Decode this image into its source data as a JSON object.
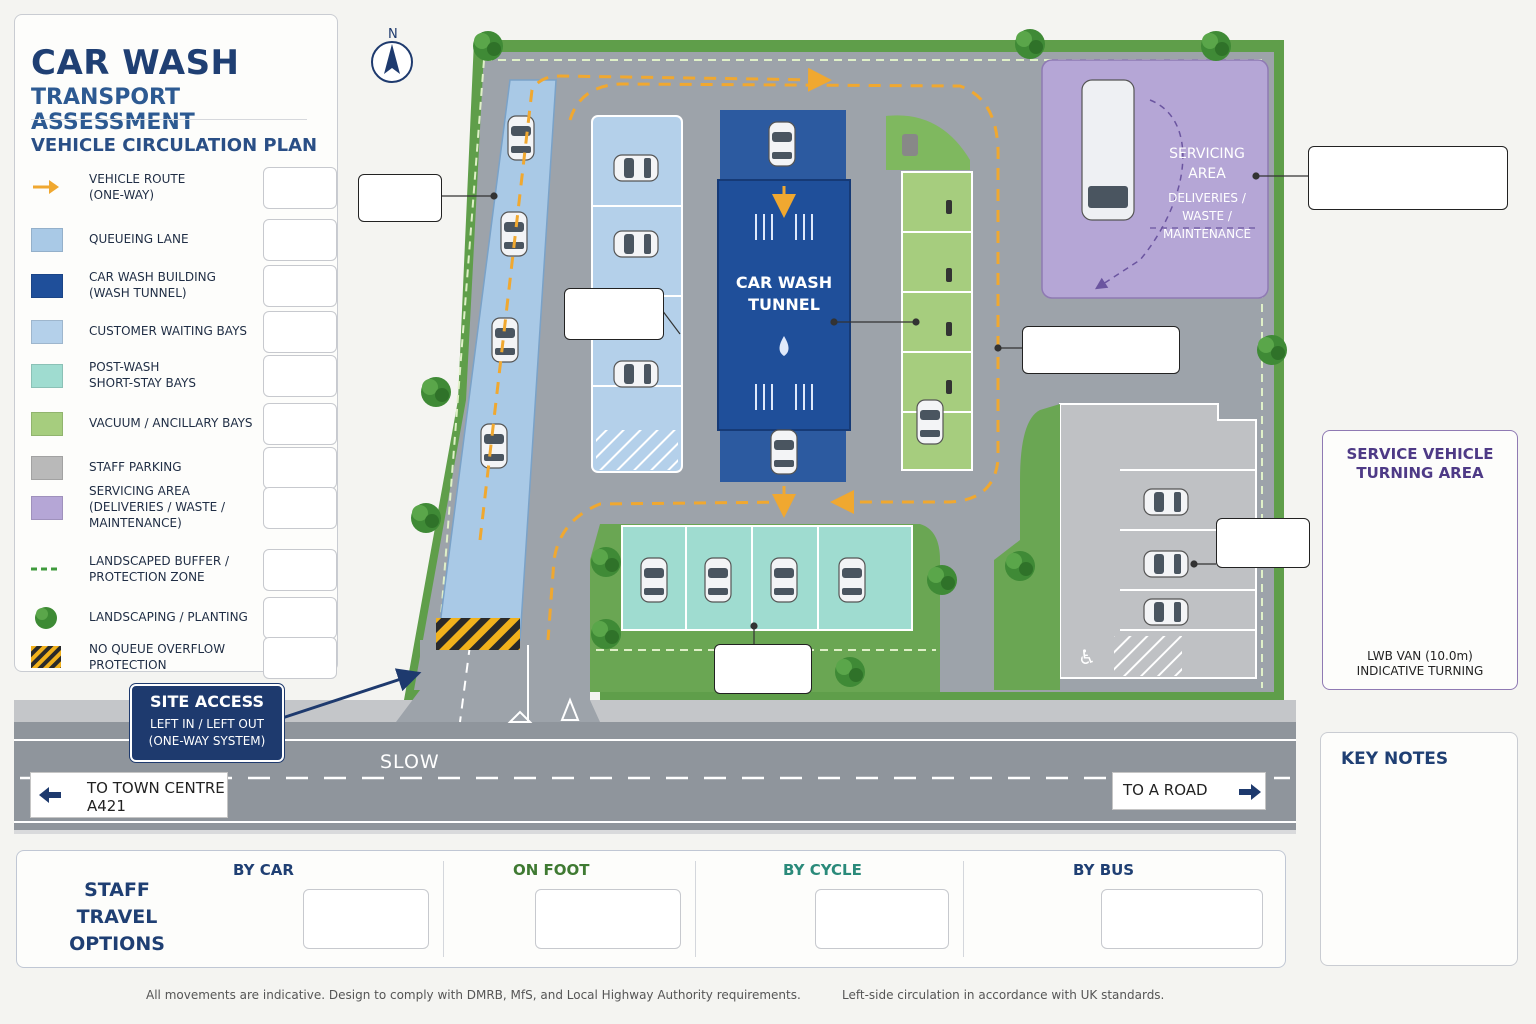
{
  "title": {
    "main": "CAR WASH",
    "sub": "TRANSPORT ASSESSMENT",
    "plan": "VEHICLE CIRCULATION PLAN"
  },
  "legend": [
    {
      "label": "VEHICLE ROUTE\n(ONE-WAY)",
      "symbol": "arrow",
      "color": "#f0a830"
    },
    {
      "label": "QUEUEING LANE",
      "symbol": "swatch",
      "color": "#a9c9e6"
    },
    {
      "label": "CAR WASH BUILDING\n(WASH TUNNEL)",
      "symbol": "swatch",
      "color": "#1f4f9a"
    },
    {
      "label": "CUSTOMER WAITING BAYS",
      "symbol": "swatch",
      "color": "#b4d0ea"
    },
    {
      "label": "POST-WASH\nSHORT-STAY BAYS",
      "symbol": "swatch",
      "color": "#9fdcd0"
    },
    {
      "label": "VACUUM / ANCILLARY BAYS",
      "symbol": "swatch",
      "color": "#a6cd7e"
    },
    {
      "label": "STAFF PARKING",
      "symbol": "swatch",
      "color": "#b9b9b9"
    },
    {
      "label": "SERVICING AREA\n(DELIVERIES / WASTE /\nMAINTENANCE)",
      "symbol": "swatch",
      "color": "#b5a6d6"
    },
    {
      "label": "LANDSCAPED BUFFER /\nPROTECTION ZONE",
      "symbol": "dashed-green",
      "color": "#3f9a3c"
    },
    {
      "label": "LANDSCAPING / PLANTING",
      "symbol": "tree",
      "color": "#3d8a34"
    },
    {
      "label": "NO QUEUE OVERFLOW\nPROTECTION",
      "symbol": "hatch",
      "color": "#f2b21c"
    }
  ],
  "map": {
    "compass": "N",
    "tunnel_label": "CAR WASH\nTUNNEL",
    "servicing_label": "SERVICING\nAREA",
    "servicing_sub": "DELIVERIES /\nWASTE /\nMAINTENANCE",
    "road_marking": "SLOW",
    "site_access_title": "SITE ACCESS",
    "site_access_sub": "LEFT IN / LEFT OUT\n(ONE-WAY SYSTEM)",
    "sign_left": "TO TOWN CENTRE\nA421",
    "sign_right": "TO A ROAD"
  },
  "service_panel": {
    "title": "SERVICE VEHICLE\nTURNING AREA",
    "caption": "LWB VAN (10.0m)\nINDICATIVE TURNING"
  },
  "key_notes": {
    "title": "KEY NOTES"
  },
  "travel": {
    "title": "STAFF TRAVEL\nOPTIONS",
    "options": [
      {
        "label": "BY CAR",
        "icon": "car-icon",
        "color": "#1f3f73"
      },
      {
        "label": "ON FOOT",
        "icon": "pedestrian-icon",
        "color": "#3f7a32"
      },
      {
        "label": "BY CYCLE",
        "icon": "bicycle-icon",
        "color": "#2a8a7a"
      },
      {
        "label": "BY BUS",
        "icon": "bus-icon",
        "color": "#1f3f73"
      }
    ]
  },
  "footer": {
    "left": "All movements are indicative. Design to comply with DMRB, MfS, and Local Highway Authority requirements.",
    "right": "Left-side circulation in accordance with UK standards."
  },
  "colors": {
    "brand_navy": "#1f3f73",
    "route_orange": "#f0a830",
    "asphalt": "#9da3aa"
  }
}
